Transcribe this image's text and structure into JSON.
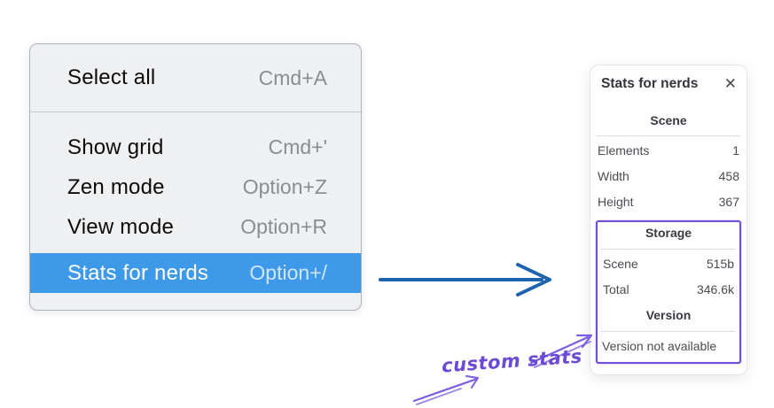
{
  "menu": {
    "items": [
      {
        "label": "Select all",
        "shortcut": "Cmd+A",
        "highlighted": false
      },
      {
        "label": "Show grid",
        "shortcut": "Cmd+'",
        "highlighted": false
      },
      {
        "label": "Zen mode",
        "shortcut": "Option+Z",
        "highlighted": false
      },
      {
        "label": "View mode",
        "shortcut": "Option+R",
        "highlighted": false
      },
      {
        "label": "Stats for nerds",
        "shortcut": "Option+/",
        "highlighted": true
      }
    ]
  },
  "stats_panel": {
    "title": "Stats for nerds",
    "close_icon": "✕",
    "scene": {
      "heading": "Scene",
      "rows": [
        {
          "label": "Elements",
          "value": "1"
        },
        {
          "label": "Width",
          "value": "458"
        },
        {
          "label": "Height",
          "value": "367"
        }
      ]
    },
    "storage": {
      "heading": "Storage",
      "rows": [
        {
          "label": "Scene",
          "value": "515b"
        },
        {
          "label": "Total",
          "value": "346.6k"
        }
      ]
    },
    "version": {
      "heading": "Version",
      "message": "Version not available"
    }
  },
  "annotations": {
    "custom_stats_label": "custom stats"
  },
  "colors": {
    "menu_highlight": "#3e9ae9",
    "menu_background": "#eff0f2",
    "arrow_blue": "#1e63ae",
    "annotation_purple": "#6b4ad6",
    "highlight_box_purple": "#6e50dc"
  }
}
